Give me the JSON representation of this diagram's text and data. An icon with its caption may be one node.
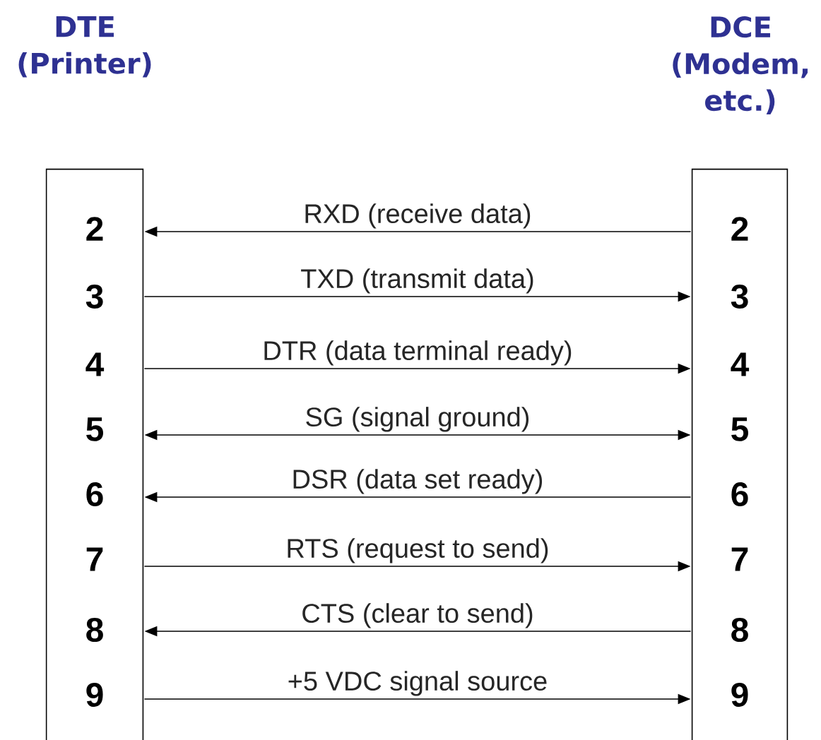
{
  "diagram": {
    "nodes": [
      {
        "text": [
          "DTE (Printer)"
        ]
      },
      {
        "text": [
          "2"
        ],
        "in": 0
      },
      {
        "text": [
          "3"
        ],
        "in": 0
      },
      {
        "text": [
          "4"
        ],
        "in": 0
      },
      {
        "text": [
          "5"
        ],
        "in": 0
      },
      {
        "text": [
          "6"
        ],
        "in": 0
      },
      {
        "text": [
          "7"
        ],
        "in": 0
      },
      {
        "text": [
          "8"
        ],
        "in": 0
      },
      {
        "text": [
          "9"
        ],
        "in": 0
      },
      {
        "text": [
          "DCE (Modem, etc.)"
        ]
      },
      {
        "text": [
          "2"
        ],
        "in": 9
      },
      {
        "text": [
          "3"
        ],
        "in": 9
      },
      {
        "text": [
          "4"
        ],
        "in": 9
      },
      {
        "text": [
          "5"
        ],
        "in": 9
      },
      {
        "text": [
          "6"
        ],
        "in": 9
      },
      {
        "text": [
          "7"
        ],
        "in": 9
      },
      {
        "text": [
          "8"
        ],
        "in": 9
      },
      {
        "text": [
          "9"
        ],
        "in": 9
      }
    ],
    "edges": [
      {
        "from": 10,
        "to": 1,
        "arrow": "to",
        "label": "RXD (receive data)"
      },
      {
        "from": 2,
        "to": 11,
        "arrow": "to",
        "label": "TXD (transmit data)"
      },
      {
        "from": 3,
        "to": 12,
        "arrow": "to",
        "label": "DTR (data terminal ready)"
      },
      {
        "from": 4,
        "to": 13,
        "arrow": "both",
        "label": "SG (signal ground)"
      },
      {
        "from": 14,
        "to": 5,
        "arrow": "to",
        "label": "DSR (data set ready)"
      },
      {
        "from": 6,
        "to": 15,
        "arrow": "to",
        "label": "RTS (request to send)"
      },
      {
        "from": 16,
        "to": 7,
        "arrow": "to",
        "label": "CTS (clear to send)"
      },
      {
        "from": 8,
        "to": 17,
        "arrow": "to",
        "label": "+5 VDC signal source"
      }
    ]
  }
}
